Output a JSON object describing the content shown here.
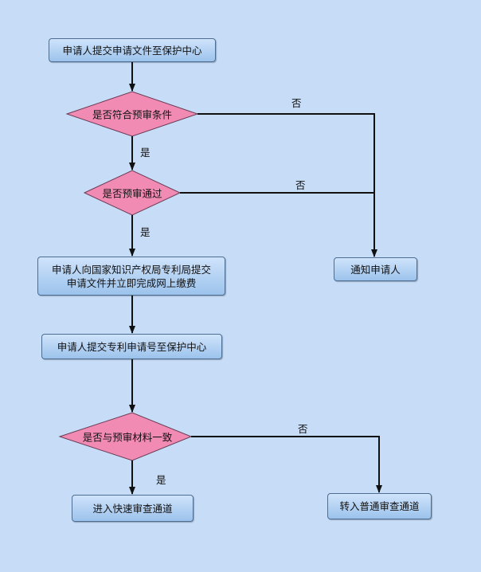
{
  "nodes": {
    "submit_to_center": "申请人提交申请文件至保护中心",
    "pre_exam_conditions": "是否符合预审条件",
    "pre_exam_passed": "是否预审通过",
    "submit_to_cnipa_line1": "申请人向国家知识产权局专利局提交",
    "submit_to_cnipa_line2": "申请文件并立即完成网上缴费",
    "submit_number": "申请人提交专利申请号至保护中心",
    "consistent": "是否与预审材料一致",
    "fast_track": "进入快速审查通道",
    "notify_applicant": "通知申请人",
    "normal_track": "转入普通审查通道"
  },
  "edges": {
    "yes": "是",
    "no": "否"
  },
  "colors": {
    "background": "#c6dcf7",
    "box_fill": "#a9cbef",
    "box_border": "#4d6d92",
    "diamond_fill": "#f28bb4",
    "line": "#111111"
  }
}
